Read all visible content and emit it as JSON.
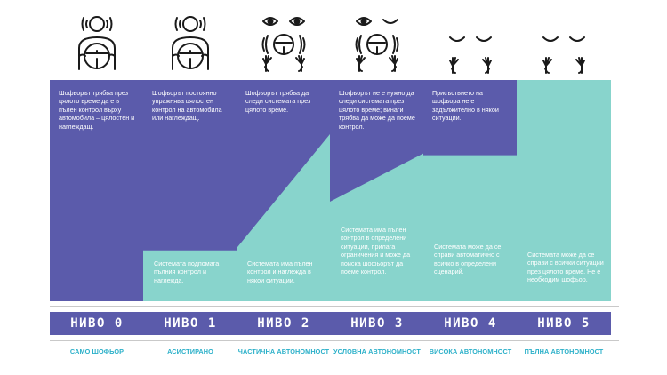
{
  "colors": {
    "driver": "#5b5bab",
    "system": "#88d4cc",
    "accent": "#2bb0c9"
  },
  "levels": [
    {
      "icon": "driver-hands-on-wheel-icon",
      "driver_share": 1.0,
      "driver_text": "Шофьорът трябва през цялото време да е в пълен контрол върху автомобила – цялостен и наглеждащ.",
      "system_text": "",
      "label": "НИВО 0",
      "name": "САМО ШОФЬОР"
    },
    {
      "icon": "driver-hands-on-wheel-icon",
      "driver_share": 0.77,
      "driver_text": "Шофьорът постоянно упражнява цялостен контрол на автомобила или наглеждащ.",
      "system_text": "Системата подпомага пълния контрол и наглежда.",
      "label": "НИВО 1",
      "name": "АСИСТИРАНО"
    },
    {
      "icon": "eyes-open-hands-off-icon",
      "driver_share": 0.5,
      "driver_text": "Шофьорът трябва да следи системата през цялото време.",
      "system_text": "Системата има пълен контрол и наглежда в някои ситуации.",
      "label": "НИВО 2",
      "name": "ЧАСТИЧНА АВТОНОМНОСТ"
    },
    {
      "icon": "eye-wink-hands-off-icon",
      "driver_share": 0.36,
      "driver_text": "Шофьорът не е нужно да следи системата през цялото време; винаги трябва да може да поеме контрол.",
      "system_text": "Системата има пълен контрол в определени ситуации, прилага ограничения и може да поиска шофьорът да поеме контрол.",
      "label": "НИВО 3",
      "name": "УСЛОВНА АВТОНОМНОСТ"
    },
    {
      "icon": "eyes-closed-hands-off-icon",
      "driver_share": 0.34,
      "driver_text": "Присъствието на шофьора не е задължително в някои ситуации.",
      "system_text": "Системата може да се справи автоматично с всичко в определени сценарий.",
      "label": "НИВО 4",
      "name": "ВИСОКА АВТОНОМНОСТ"
    },
    {
      "icon": "eyes-closed-hands-off-icon",
      "driver_share": 0.0,
      "driver_text": "",
      "system_text": "Системата може да се справи с всички ситуации през цялото време. Не е необходим шофьор.",
      "label": "НИВО 5",
      "name": "ПЪЛНА АВТОНОМНОСТ"
    }
  ]
}
